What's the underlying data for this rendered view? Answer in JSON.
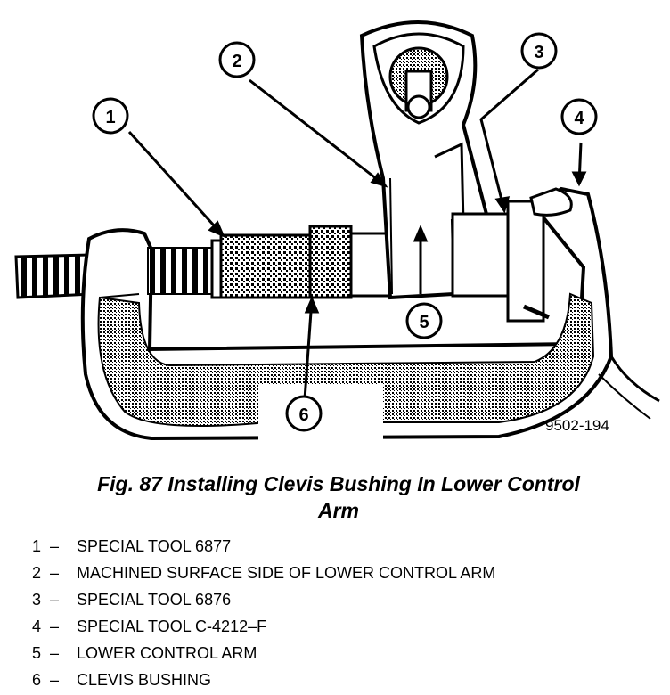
{
  "figure": {
    "reference": "9502-194",
    "callouts": [
      "1",
      "2",
      "3",
      "4",
      "5",
      "6"
    ]
  },
  "caption": {
    "line1": "Fig. 87 Installing Clevis Bushing In Lower Control",
    "line2": "Arm"
  },
  "legend": [
    {
      "num": "1",
      "dash": "–",
      "label": "SPECIAL TOOL 6877"
    },
    {
      "num": "2",
      "dash": "–",
      "label": "MACHINED SURFACE SIDE OF LOWER CONTROL ARM"
    },
    {
      "num": "3",
      "dash": "–",
      "label": "SPECIAL TOOL 6876"
    },
    {
      "num": "4",
      "dash": "–",
      "label": "SPECIAL TOOL C-4212–F"
    },
    {
      "num": "5",
      "dash": "–",
      "label": "LOWER CONTROL ARM"
    },
    {
      "num": "6",
      "dash": "–",
      "label": "CLEVIS BUSHING"
    }
  ]
}
